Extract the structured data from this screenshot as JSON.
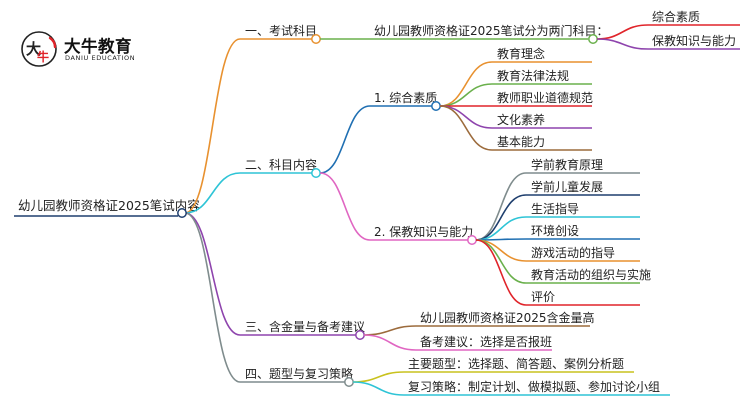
{
  "brand": {
    "name": "大牛教育",
    "subtitle": "DANIU EDUCATION",
    "mark_chars": [
      "大",
      "牛"
    ],
    "accent_color": "#e0242a"
  },
  "mindmap": {
    "root": "幼儿园教师资格证2025笔试内容",
    "branches": [
      {
        "label": "一、考试科目",
        "color": "#e8912f",
        "children": [
          {
            "label": "幼儿园教师资格证2025笔试分为两门科目：",
            "color": "#6ab04c",
            "children": [
              {
                "label": "综合素质",
                "color": "#e0242a"
              },
              {
                "label": "保教知识与能力",
                "color": "#8e44ad"
              }
            ]
          }
        ]
      },
      {
        "label": "二、科目内容",
        "color": "#2ec4d6",
        "children": [
          {
            "label": "1. 综合素质",
            "color": "#1f6fb2",
            "children": [
              {
                "label": "教育理念",
                "color": "#e8912f"
              },
              {
                "label": "教育法律法规",
                "color": "#6ab04c"
              },
              {
                "label": "教师职业道德规范",
                "color": "#e0242a"
              },
              {
                "label": "文化素养",
                "color": "#8e44ad"
              },
              {
                "label": "基本能力",
                "color": "#9c6b3c"
              }
            ]
          },
          {
            "label": "2. 保教知识与能力",
            "color": "#e066c2",
            "children": [
              {
                "label": "学前教育原理",
                "color": "#7f8c8d"
              },
              {
                "label": "学前儿童发展",
                "color": "#1f3f6e"
              },
              {
                "label": "生活指导",
                "color": "#2ec4d6"
              },
              {
                "label": "环境创设",
                "color": "#1f6fb2"
              },
              {
                "label": "游戏活动的指导",
                "color": "#e8912f"
              },
              {
                "label": "教育活动的组织与实施",
                "color": "#6ab04c"
              },
              {
                "label": "评价",
                "color": "#e0242a"
              }
            ]
          }
        ]
      },
      {
        "label": "三、含金量与备考建议",
        "color": "#8e44ad",
        "children": [
          {
            "label": "幼儿园教师资格证2025含金量高",
            "color": "#9c6b3c"
          },
          {
            "label": "备考建议：选择是否报班",
            "color": "#e066c2"
          }
        ]
      },
      {
        "label": "四、题型与复习策略",
        "color": "#7f8c8d",
        "children": [
          {
            "label": "主要题型：选择题、简答题、案例分析题",
            "color": "#c9c21e"
          },
          {
            "label": "复习策略：制定计划、做模拟题、参加讨论小组",
            "color": "#2ec4d6"
          }
        ]
      }
    ]
  }
}
